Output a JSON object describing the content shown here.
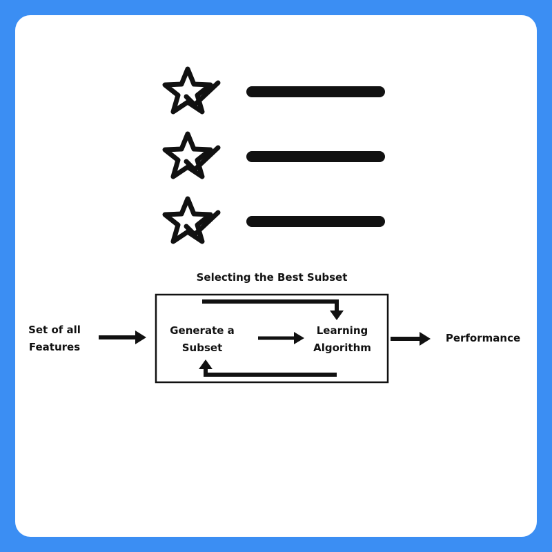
{
  "colors": {
    "frame": "#3b8ef3",
    "card": "#ffffff",
    "ink": "#111111"
  },
  "checklist": {
    "items": [
      {
        "icon": "star-check-icon"
      },
      {
        "icon": "star-check-icon"
      },
      {
        "icon": "star-check-icon"
      }
    ]
  },
  "diagram": {
    "title": "Selecting the Best Subset",
    "input_label": [
      "Set of all",
      "Features"
    ],
    "generate_label": [
      "Generate a",
      "Subset"
    ],
    "learning_label": [
      "Learning",
      "Algorithm"
    ],
    "output_label": "Performance"
  }
}
